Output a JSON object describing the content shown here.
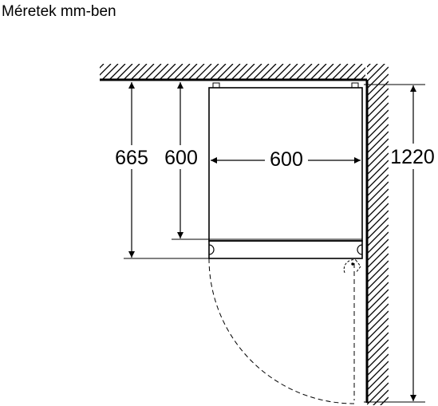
{
  "title": "Méretek mm-ben",
  "dimensions": {
    "depth_total": "665",
    "depth_body": "600",
    "width": "600",
    "height": "1220"
  }
}
